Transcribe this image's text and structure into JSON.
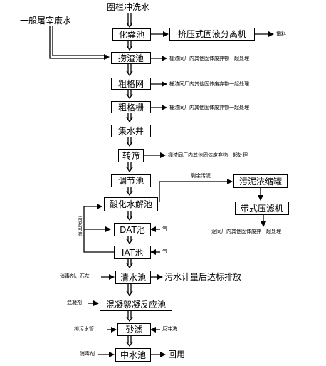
{
  "inputs": {
    "top": "圈栏冲洗水",
    "left": "一般屠宰废水"
  },
  "steps": {
    "s1": "化粪池",
    "s2": "捞渣池",
    "s3": "粗格网",
    "s4": "粗格栅",
    "s5": "集水井",
    "s6": "转筛",
    "s7": "调节池",
    "s8": "酸化水解池",
    "s9": "DAT池",
    "s10": "IAT池",
    "s11": "清水池",
    "s12": "混凝絮凝反应池",
    "s13": "砂滤",
    "s14": "中水池"
  },
  "side": {
    "separator": "挤压式固液分离机",
    "feed": "饲料",
    "landfill_note": "栅渣同厂内其他固体废弃物一起处理",
    "sludge_tank": "污泥浓缩罐",
    "belt_press": "带式压滤机",
    "dry_sludge_note": "干泥同厂内其他固体废弃一起处理",
    "residual_sludge": "剩余污泥",
    "sludge_return": "污泥回流",
    "air": "气",
    "disinfectant_lime": "消毒剂，石灰",
    "discharge": "污水计量后达标排放",
    "coagulant": "混凝剂",
    "to_sewage_pond": "排污水管",
    "backwash": "反冲洗",
    "disinfectant": "消毒剂",
    "reuse": "回用"
  }
}
